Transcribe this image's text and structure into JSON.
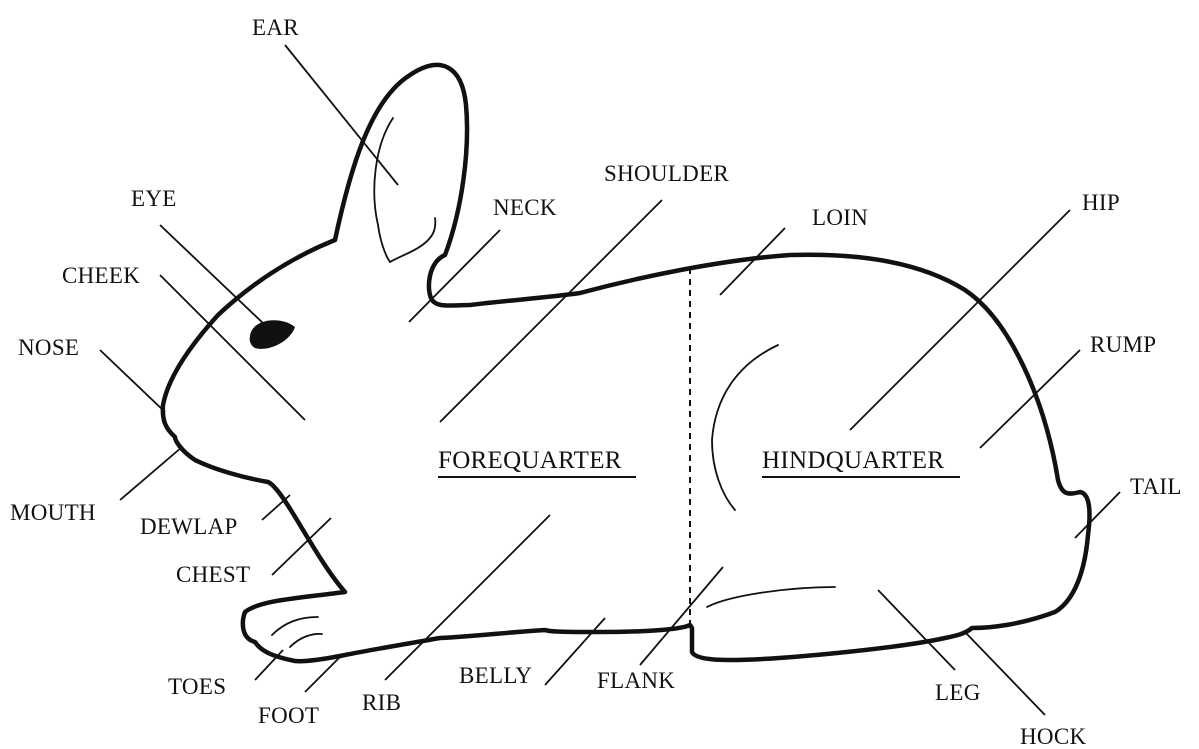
{
  "labels": {
    "ear": "EAR",
    "eye": "EYE",
    "cheek": "CHEEK",
    "nose": "NOSE",
    "mouth": "MOUTH",
    "dewlap": "DEWLAP",
    "chest": "CHEST",
    "toes": "TOES",
    "foot": "FOOT",
    "rib": "RIB",
    "belly": "BELLY",
    "flank": "FLANK",
    "neck": "NECK",
    "shoulder": "SHOULDER",
    "loin": "LOIN",
    "hip": "HIP",
    "rump": "RUMP",
    "tail": "TAIL",
    "leg": "LEG",
    "hock": "HOCK"
  },
  "sections": {
    "forequarter": "FOREQUARTER",
    "hindquarter": "HINDQUARTER"
  }
}
